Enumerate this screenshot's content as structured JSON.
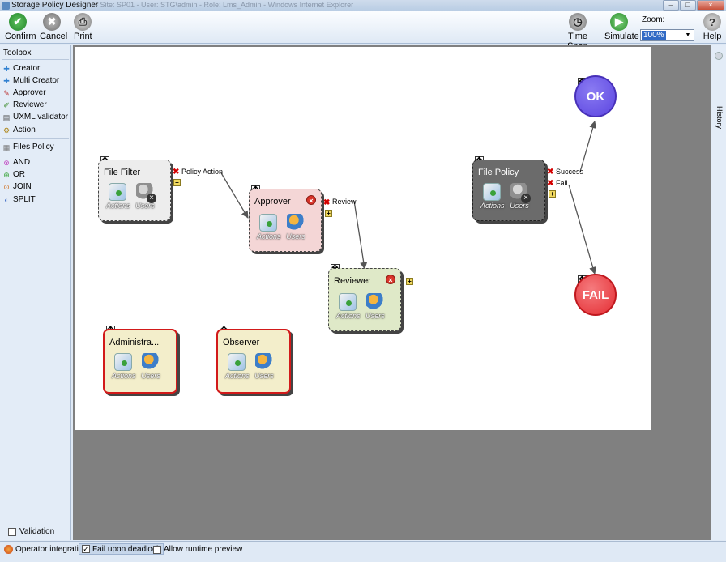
{
  "window": {
    "title": "Storage Policy Designer",
    "title_faded": "- Site: SP01 - User: STG\\admin - Role: Lms_Admin - Windows Internet Explorer"
  },
  "toolbar": {
    "confirm_label": "Confirm",
    "cancel_label": "Cancel",
    "print_label": "Print",
    "time_span_label": "Time Span",
    "simulate_label": "Simulate",
    "zoom_label": "Zoom:",
    "zoom_value": "100%",
    "help_label": "Help"
  },
  "toolbox": {
    "header": "Toolbox",
    "items": [
      {
        "label": "Creator",
        "icon": "plus-icon"
      },
      {
        "label": "Multi Creator",
        "icon": "multi-plus-icon"
      },
      {
        "label": "Approver",
        "icon": "approve-icon"
      },
      {
        "label": "Reviewer",
        "icon": "pen-icon"
      },
      {
        "label": "UXML validator",
        "icon": "document-icon"
      },
      {
        "label": "Action",
        "icon": "gear-icon"
      }
    ],
    "policy_items": [
      {
        "label": "Files Policy",
        "icon": "file-icon"
      }
    ],
    "logic_items": [
      {
        "label": "AND",
        "icon": "and-icon"
      },
      {
        "label": "OR",
        "icon": "or-icon"
      },
      {
        "label": "JOIN",
        "icon": "join-icon"
      },
      {
        "label": "SPLIT",
        "icon": "split-icon"
      }
    ],
    "validation_label": "Validation"
  },
  "history_label": "History",
  "nodes": {
    "file_filter": {
      "title": "File Filter",
      "actions": "Actions",
      "users": "Users",
      "output": "Policy Action"
    },
    "approver": {
      "title": "Approver",
      "actions": "Actions",
      "users": "Users",
      "output": "Review"
    },
    "reviewer": {
      "title": "Reviewer",
      "actions": "Actions",
      "users": "Users"
    },
    "file_policy": {
      "title": "File Policy",
      "actions": "Actions",
      "users": "Users",
      "output_success": "Success",
      "output_fail": "Fail"
    },
    "administrator": {
      "title": "Administra...",
      "actions": "Actions",
      "users": "Users"
    },
    "observer": {
      "title": "Observer",
      "actions": "Actions",
      "users": "Users"
    }
  },
  "endpoints": {
    "ok": "OK",
    "fail": "FAIL"
  },
  "statusbar": {
    "operator_integration": "Operator integration",
    "fail_upon_deadlock": "Fail upon deadlock",
    "allow_runtime_preview": "Allow runtime preview"
  },
  "colors": {
    "ok": "#6e57e8",
    "fail": "#ef4448",
    "approver_bg": "#f4d6d6",
    "reviewer_bg": "#dfe9c8",
    "admin_bg": "#f3eecb",
    "admin_border": "#d21a1a"
  }
}
